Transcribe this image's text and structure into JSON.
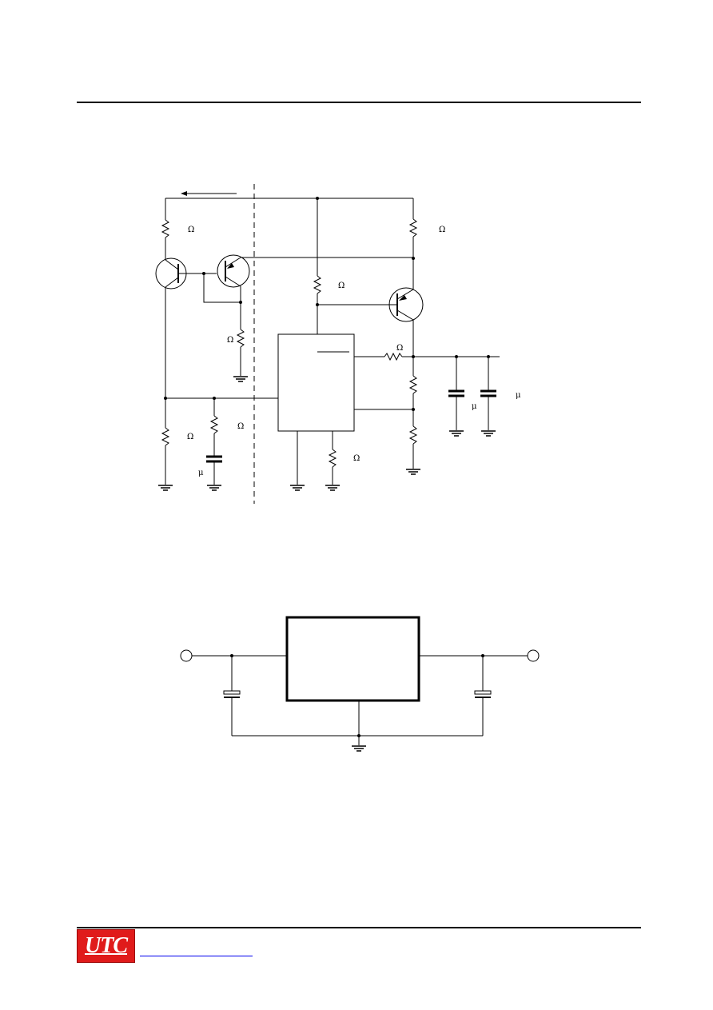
{
  "header": {
    "rule": true
  },
  "figure1": {
    "labels": {
      "ohm": "Ω",
      "mu": "μ"
    }
  },
  "figure2": {},
  "footer": {
    "logo_text": "UTC",
    "brand_color": "#e01b1b",
    "link_color": "#0000ee"
  }
}
